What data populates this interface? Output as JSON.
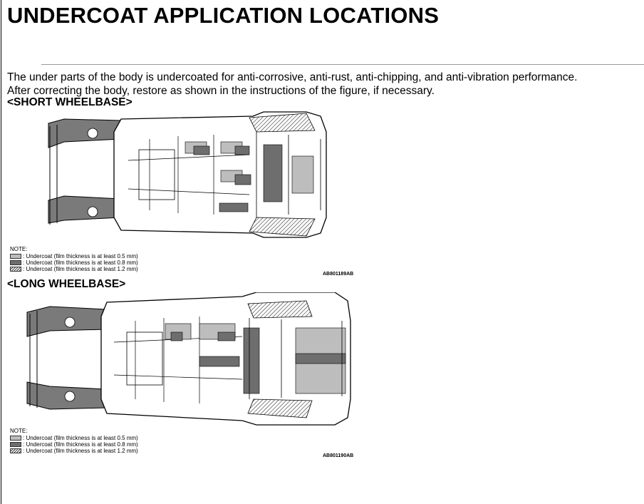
{
  "document": {
    "title": "UNDERCOAT APPLICATION LOCATIONS",
    "paragraphs": [
      "The under parts of the body is undercoated for anti-corrosive, anti-rust, anti-chipping, and anti-vibration performance.",
      "After correcting the body, restore as shown in the instructions of the figure, if necessary."
    ]
  },
  "figures": [
    {
      "heading": "<SHORT WHEELBASE>",
      "note_label": "NOTE:",
      "legend": [
        {
          "pattern": "light",
          "text": ": Undercoat (film thickness is at least 0.5 mm)"
        },
        {
          "pattern": "dark",
          "text": ": Undercoat (film thickness is at least 0.8 mm)"
        },
        {
          "pattern": "hatch",
          "text": ": Undercoat (film thickness is at least 1.2 mm)"
        }
      ],
      "code": "AB801189AB"
    },
    {
      "heading": "<LONG WHEELBASE>",
      "note_label": "NOTE:",
      "legend": [
        {
          "pattern": "light",
          "text": ": Undercoat (film thickness is at least 0.5 mm)"
        },
        {
          "pattern": "dark",
          "text": ": Undercoat (film thickness is at least 0.8 mm)"
        },
        {
          "pattern": "hatch",
          "text": ": Undercoat (film thickness is at least 1.2 mm)"
        }
      ],
      "code": "AB801190AB"
    }
  ],
  "colors": {
    "undercoat_0_5mm": "#bdbdbd",
    "undercoat_0_8mm": "#6e6e6e",
    "line": "#000000"
  }
}
